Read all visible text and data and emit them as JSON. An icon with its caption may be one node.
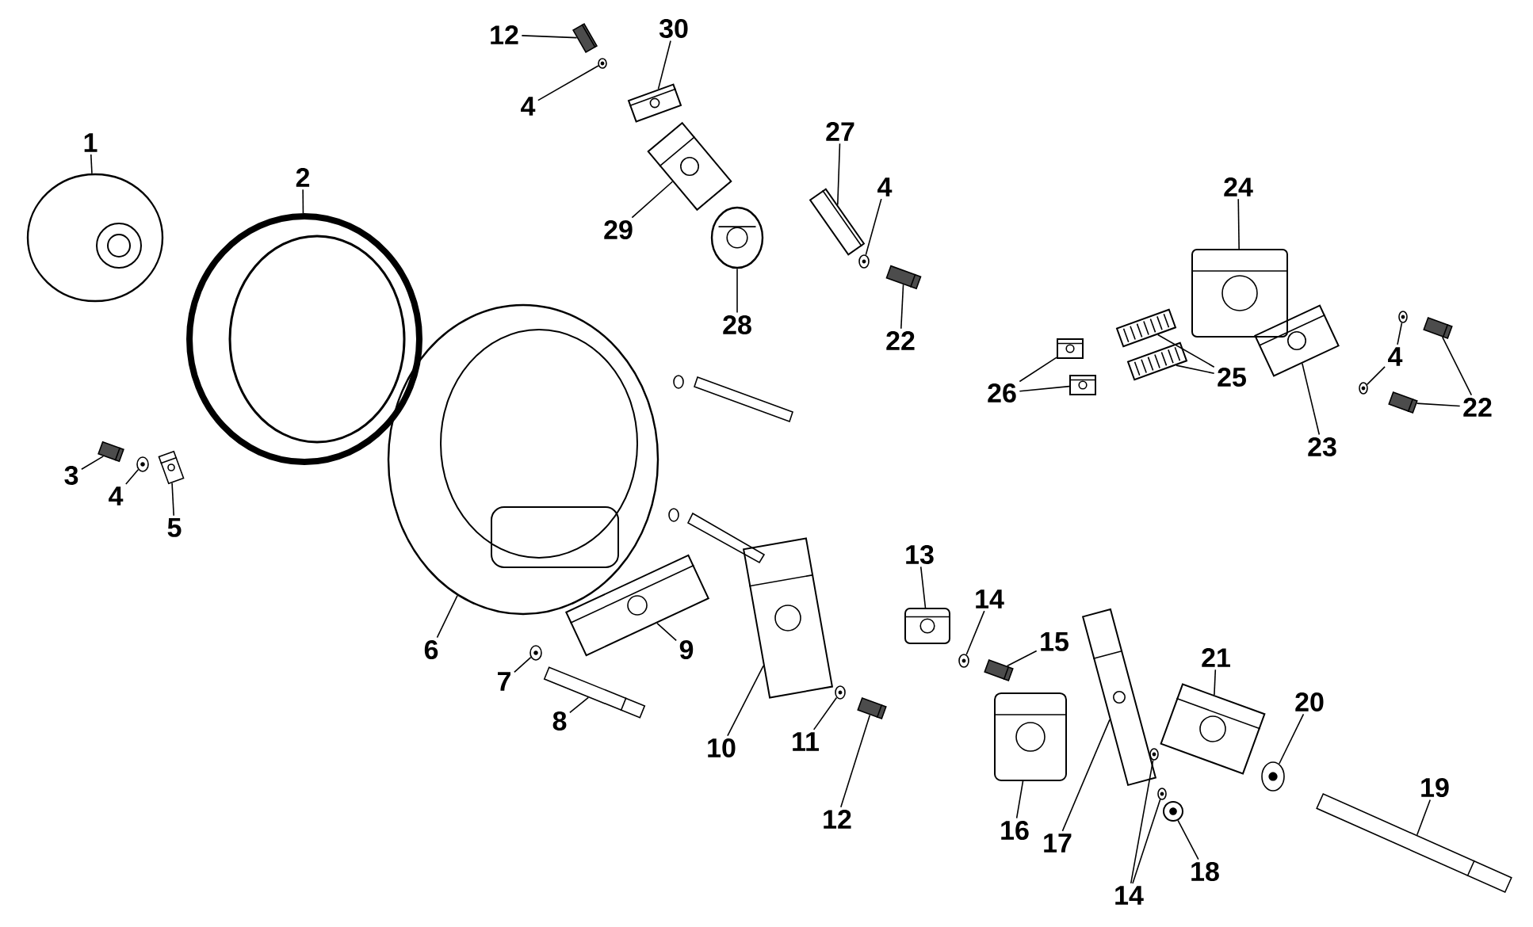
{
  "diagram": {
    "nodes": [
      {
        "text": [
          "1"
        ]
      },
      {
        "text": [
          "2"
        ]
      },
      {
        "text": [
          "3"
        ]
      },
      {
        "text": [
          "4"
        ]
      },
      {
        "text": [
          "5"
        ]
      },
      {
        "text": [
          "6"
        ]
      },
      {
        "text": [
          "7"
        ]
      },
      {
        "text": [
          "8"
        ]
      },
      {
        "text": [
          "9"
        ]
      },
      {
        "text": [
          "10"
        ]
      },
      {
        "text": [
          "11"
        ]
      },
      {
        "text": [
          "12"
        ]
      },
      {
        "text": [
          "13"
        ]
      },
      {
        "text": [
          "14"
        ]
      },
      {
        "text": [
          "15"
        ]
      },
      {
        "text": [
          "16"
        ]
      },
      {
        "text": [
          "17"
        ]
      },
      {
        "text": [
          "14"
        ]
      },
      {
        "text": [
          "18"
        ]
      },
      {
        "text": [
          "19"
        ]
      },
      {
        "text": [
          "20"
        ]
      },
      {
        "text": [
          "21"
        ]
      },
      {
        "text": [
          "12"
        ]
      },
      {
        "text": [
          "4"
        ]
      },
      {
        "text": [
          "30"
        ]
      },
      {
        "text": [
          "29"
        ]
      },
      {
        "text": [
          "28"
        ]
      },
      {
        "text": [
          "27"
        ]
      },
      {
        "text": [
          "4"
        ]
      },
      {
        "text": [
          "22"
        ]
      },
      {
        "text": [
          "24"
        ]
      },
      {
        "text": [
          "26"
        ]
      },
      {
        "text": [
          "25"
        ]
      },
      {
        "text": [
          "23"
        ]
      },
      {
        "text": [
          "4"
        ]
      },
      {
        "text": [
          "22"
        ]
      },
      {
        "text": [],
        "shape": "picture"
      },
      {
        "text": [],
        "shape": "picture"
      },
      {
        "text": [],
        "shape": "picture"
      },
      {
        "text": [],
        "shape": "picture"
      },
      {
        "text": [],
        "shape": "picture"
      },
      {
        "text": [],
        "shape": "picture"
      },
      {
        "text": [],
        "shape": "picture"
      },
      {
        "text": [],
        "shape": "picture"
      },
      {
        "text": [],
        "shape": "picture"
      },
      {
        "text": [],
        "shape": "picture"
      },
      {
        "text": [],
        "shape": "picture"
      },
      {
        "text": [],
        "shape": "picture"
      },
      {
        "text": [],
        "shape": "picture"
      },
      {
        "text": [],
        "shape": "picture"
      },
      {
        "text": [],
        "shape": "picture"
      },
      {
        "text": [],
        "shape": "picture"
      },
      {
        "text": [],
        "shape": "picture"
      },
      {
        "text": [],
        "shape": "picture"
      },
      {
        "text": [],
        "shape": "picture"
      },
      {
        "text": [],
        "shape": "picture"
      },
      {
        "text": [],
        "shape": "picture"
      },
      {
        "text": [],
        "shape": "picture"
      },
      {
        "text": [],
        "shape": "picture"
      },
      {
        "text": [],
        "shape": "picture"
      },
      {
        "text": [],
        "shape": "picture"
      },
      {
        "text": [],
        "shape": "picture"
      },
      {
        "text": [],
        "shape": "picture"
      },
      {
        "text": [],
        "shape": "picture"
      },
      {
        "text": [],
        "shape": "picture"
      },
      {
        "text": [],
        "shape": "picture"
      },
      {
        "text": [],
        "shape": "picture"
      },
      {
        "text": [],
        "shape": "picture"
      },
      {
        "text": [],
        "shape": "picture"
      },
      {
        "text": [],
        "shape": "picture"
      },
      {
        "text": [],
        "shape": "picture"
      },
      {
        "text": [],
        "shape": "picture"
      },
      {
        "text": [],
        "shape": "picture"
      },
      {
        "text": [],
        "shape": "picture"
      },
      {
        "text": [],
        "shape": "picture"
      },
      {
        "text": [],
        "shape": "picture"
      },
      {
        "text": [],
        "shape": "picture"
      }
    ],
    "edges": [
      {
        "from": 0,
        "to": 36,
        "arrow": "none"
      },
      {
        "from": 1,
        "to": 37,
        "arrow": "none"
      },
      {
        "from": 2,
        "to": 38,
        "arrow": "none"
      },
      {
        "from": 3,
        "to": 39,
        "arrow": "none"
      },
      {
        "from": 4,
        "to": 40,
        "arrow": "none"
      },
      {
        "from": 5,
        "to": 41,
        "arrow": "none"
      },
      {
        "from": 6,
        "to": 42,
        "arrow": "none"
      },
      {
        "from": 7,
        "to": 43,
        "arrow": "none"
      },
      {
        "from": 8,
        "to": 44,
        "arrow": "none"
      },
      {
        "from": 9,
        "to": 45,
        "arrow": "none"
      },
      {
        "from": 10,
        "to": 46,
        "arrow": "none"
      },
      {
        "from": 11,
        "to": 47,
        "arrow": "none"
      },
      {
        "from": 12,
        "to": 48,
        "arrow": "none"
      },
      {
        "from": 13,
        "to": 49,
        "arrow": "none"
      },
      {
        "from": 14,
        "to": 50,
        "arrow": "none"
      },
      {
        "from": 15,
        "to": 51,
        "arrow": "none"
      },
      {
        "from": 16,
        "to": 52,
        "arrow": "none"
      },
      {
        "from": 17,
        "to": 53,
        "arrow": "none"
      },
      {
        "from": 17,
        "to": 54,
        "arrow": "none"
      },
      {
        "from": 18,
        "to": 55,
        "arrow": "none"
      },
      {
        "from": 19,
        "to": 56,
        "arrow": "none"
      },
      {
        "from": 20,
        "to": 57,
        "arrow": "none"
      },
      {
        "from": 21,
        "to": 58,
        "arrow": "none"
      },
      {
        "from": 22,
        "to": 59,
        "arrow": "none"
      },
      {
        "from": 23,
        "to": 60,
        "arrow": "none"
      },
      {
        "from": 24,
        "to": 61,
        "arrow": "none"
      },
      {
        "from": 25,
        "to": 62,
        "arrow": "none"
      },
      {
        "from": 26,
        "to": 63,
        "arrow": "none"
      },
      {
        "from": 27,
        "to": 64,
        "arrow": "none"
      },
      {
        "from": 28,
        "to": 65,
        "arrow": "none"
      },
      {
        "from": 29,
        "to": 66,
        "arrow": "none"
      },
      {
        "from": 30,
        "to": 67,
        "arrow": "none"
      },
      {
        "from": 31,
        "to": 68,
        "arrow": "none"
      },
      {
        "from": 31,
        "to": 69,
        "arrow": "none"
      },
      {
        "from": 32,
        "to": 70,
        "arrow": "none"
      },
      {
        "from": 32,
        "to": 71,
        "arrow": "none"
      },
      {
        "from": 33,
        "to": 72,
        "arrow": "none"
      },
      {
        "from": 34,
        "to": 73,
        "arrow": "none"
      },
      {
        "from": 34,
        "to": 74,
        "arrow": "none"
      },
      {
        "from": 35,
        "to": 75,
        "arrow": "none"
      },
      {
        "from": 35,
        "to": 76,
        "arrow": "none"
      }
    ]
  }
}
